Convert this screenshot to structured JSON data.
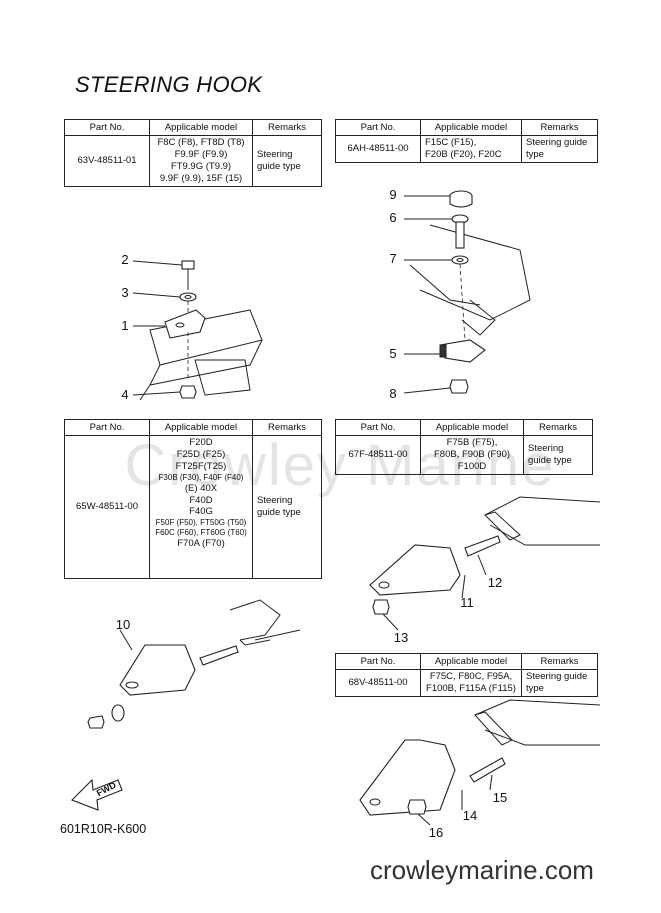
{
  "title": "STEERING HOOK",
  "headers": {
    "part_no": "Part No.",
    "applicable_model": "Applicable model",
    "remarks": "Remarks"
  },
  "tables": [
    {
      "part_no": "63V-48511-01",
      "models": [
        "F8C (F8), FT8D (T8)",
        "F9.9F (F9.9)",
        "FT9.9G (T9.9)",
        "9.9F (9.9), 15F (15)"
      ],
      "remarks": "Steering guide type"
    },
    {
      "part_no": "6AH-48511-00",
      "models": [
        "F15C (F15),",
        "F20B (F20), F20C"
      ],
      "remarks": "Steering guide type"
    },
    {
      "part_no": "65W-48511-00",
      "models": [
        "F20D",
        "F25D (F25)",
        "FT25F(T25)",
        "F30B (F30), F40F (F40)",
        "(E) 40X",
        "F40D",
        "F40G",
        "F50F (F50), FT50G (T50)",
        "F60C (F60), FT60G (T60)",
        "F70A (F70)"
      ],
      "remarks": "Steering guide type"
    },
    {
      "part_no": "67F-48511-00",
      "models": [
        "F75B (F75),",
        "F80B, F90B (F90)",
        "F100D"
      ],
      "remarks": "Steering guide type"
    },
    {
      "part_no": "68V-48511-00",
      "models": [
        "F75C, F80C, F95A,",
        "F100B, F115A (F115)"
      ],
      "remarks": "Steering guide type"
    }
  ],
  "callouts": [
    "1",
    "2",
    "3",
    "4",
    "5",
    "6",
    "7",
    "8",
    "9",
    "10",
    "11",
    "12",
    "13",
    "14",
    "15",
    "16"
  ],
  "watermark": "Crowley Marine",
  "catalog_code": "601R10R-K600",
  "fwd_label": "FWD",
  "website": "crowleymarine.com"
}
